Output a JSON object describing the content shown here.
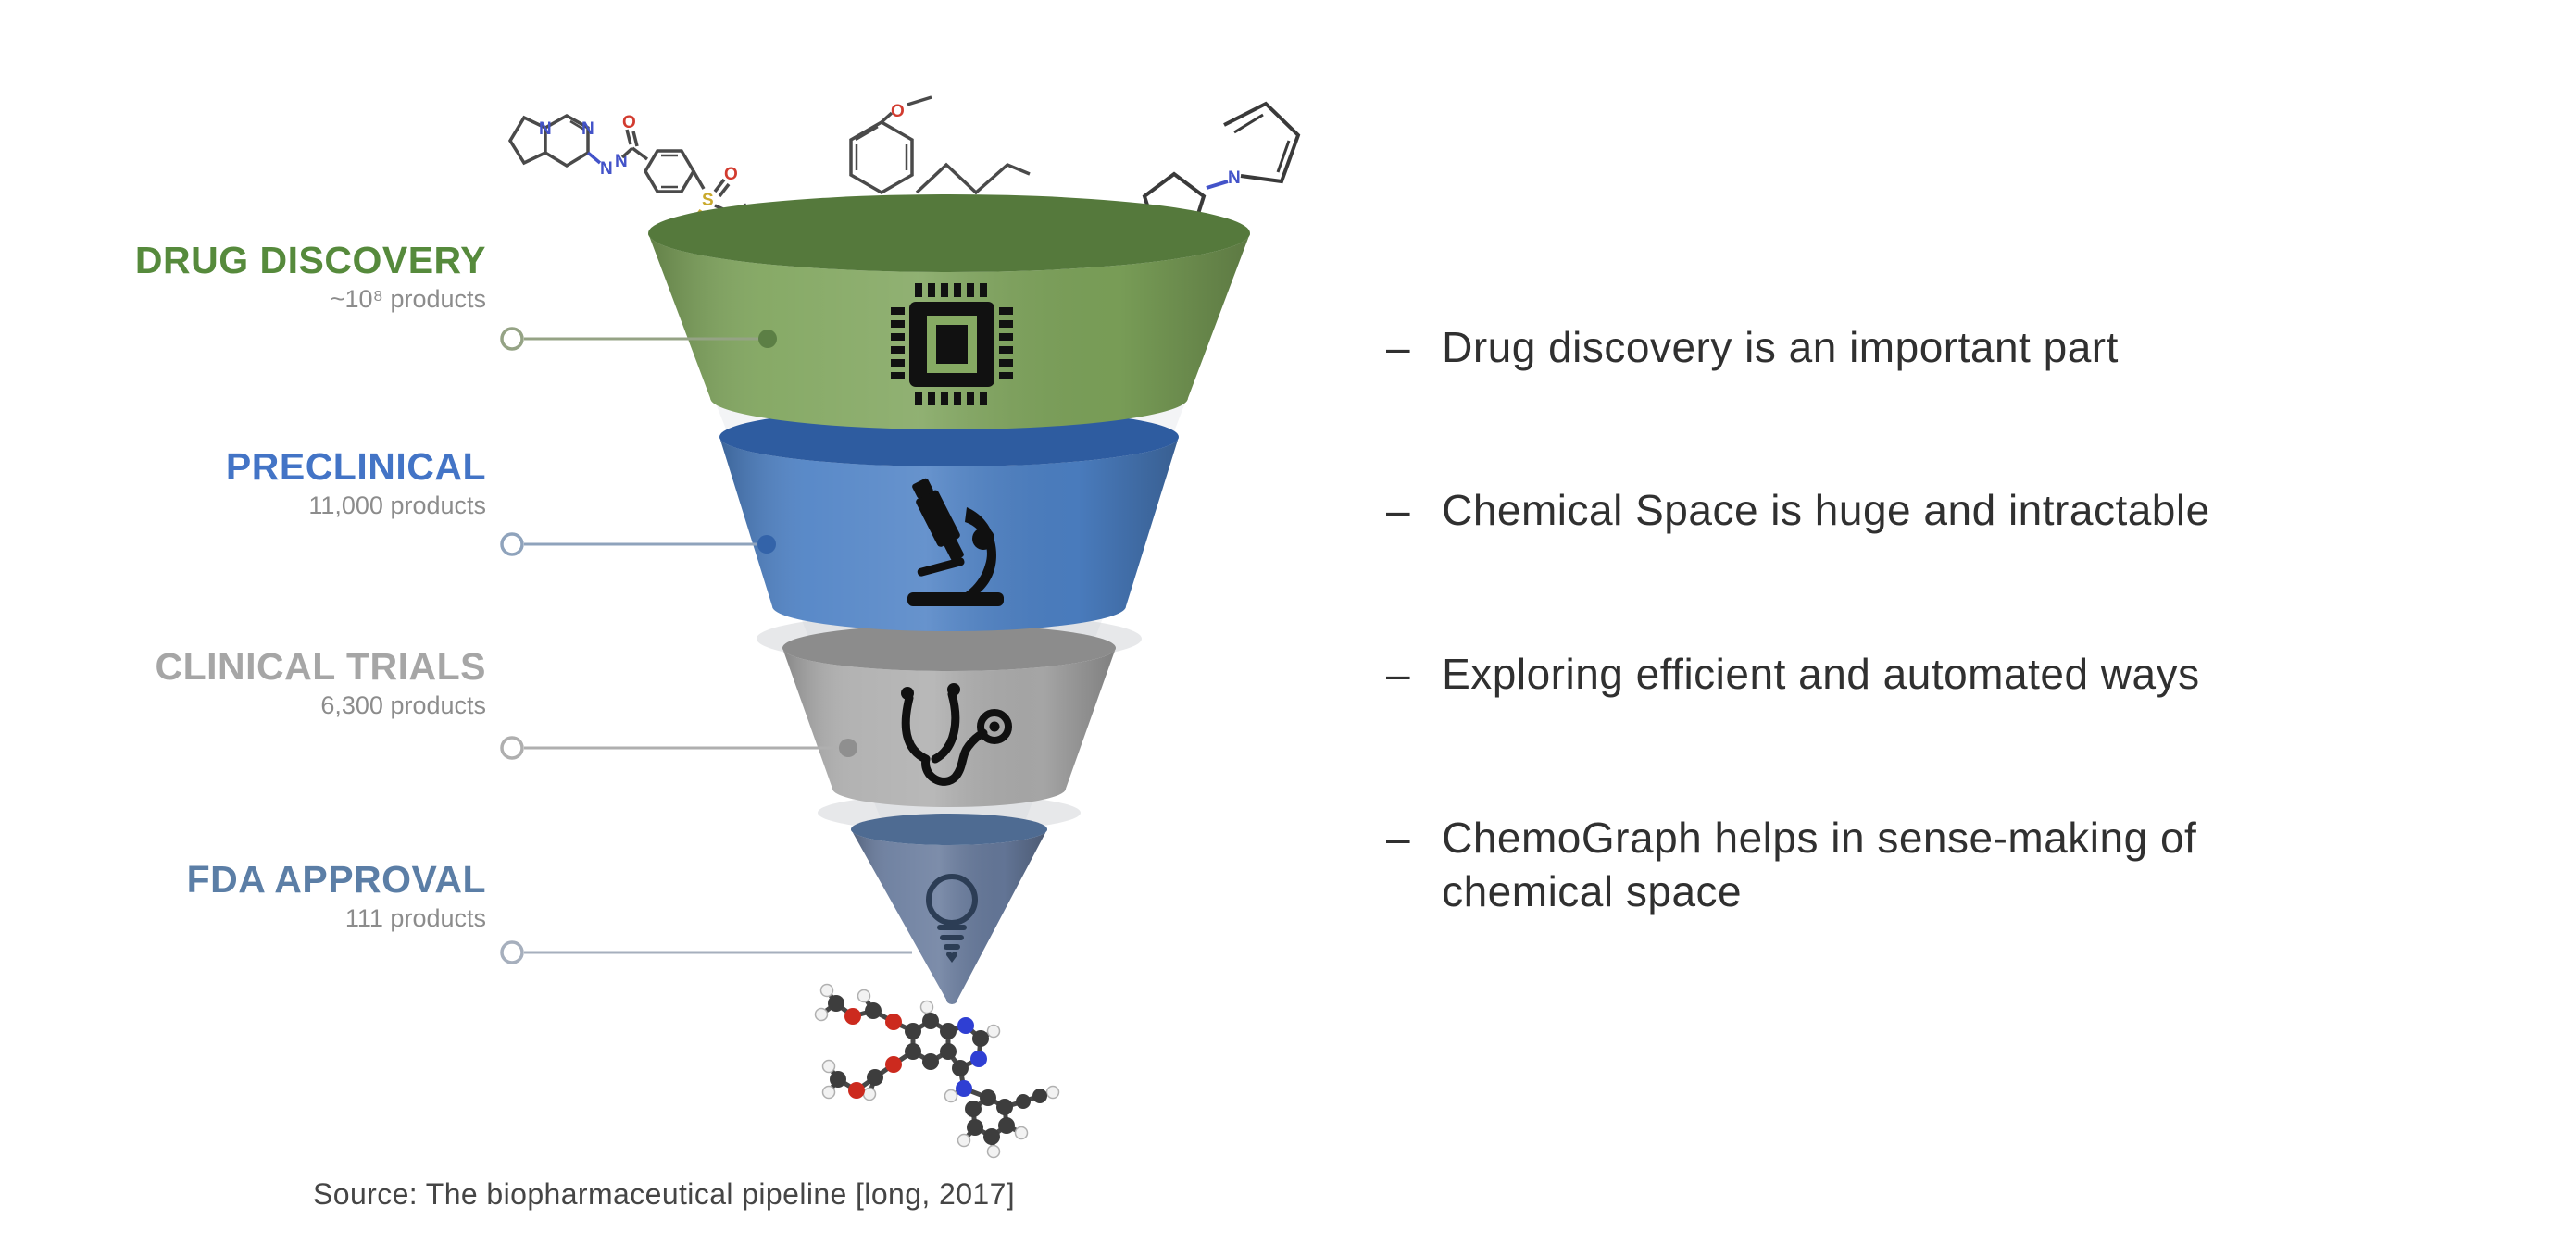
{
  "slide": {
    "stages": [
      {
        "label": "DRUG DISCOVERY",
        "count": "~10⁸ products",
        "band_color": "#7DA35A",
        "top_color": "#55793C",
        "label_color": "#568A3C",
        "dot_color": "#5C7F45",
        "line_color": "#95A385",
        "icon": "chip-icon"
      },
      {
        "label": "PRECLINICAL",
        "count": "11,000 products",
        "band_color": "#4C80C4",
        "top_color": "#2E5CA0",
        "label_color": "#4374C6",
        "dot_color": "#3363A9",
        "line_color": "#8FA3BC",
        "icon": "microscope-icon"
      },
      {
        "label": "CLINICAL TRIALS",
        "count": "6,300 products",
        "band_color": "#ACACAC",
        "top_color": "#8C8C8C",
        "label_color": "#A6A6A6",
        "dot_color": "#8F8F8F",
        "line_color": "#AFAFAF",
        "icon": "stethoscope-icon"
      },
      {
        "label": "FDA APPROVAL",
        "count": "111 products",
        "band_color": "#66799B",
        "top_color": "#4E6B92",
        "label_color": "#5B7EA6",
        "dot_color": "#5F7EA6",
        "line_color": "#A6AFBD",
        "icon": "lightbulb-icon"
      }
    ],
    "count_color": "#8C8C8C",
    "bullets": [
      {
        "dash": "–",
        "line1": "Drug discovery is an important part"
      },
      {
        "dash": "–",
        "line1": "Chemical Space is huge and intractable"
      },
      {
        "dash": "–",
        "line1": "Exploring efficient and automated ways"
      },
      {
        "dash": "–",
        "line1": "ChemoGraph helps in sense-making of",
        "line2": "chemical space"
      }
    ],
    "source": "Source: The biopharmaceutical pipeline [long, 2017]",
    "text_color": "#303030"
  }
}
